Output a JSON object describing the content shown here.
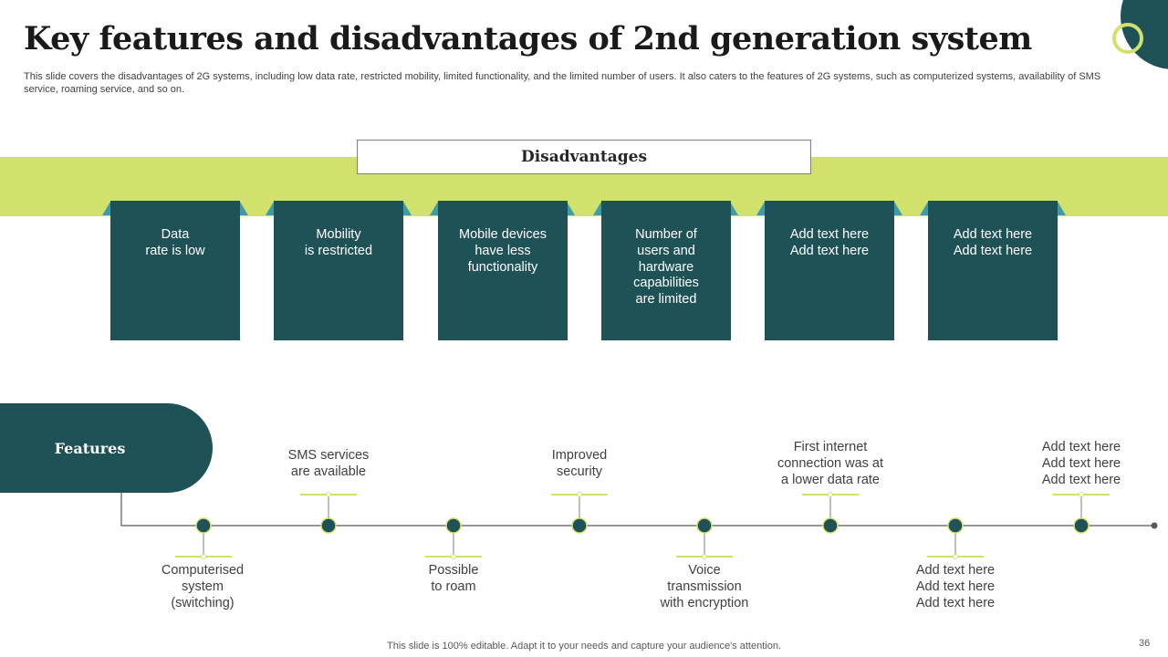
{
  "title": "Key features and disadvantages of 2nd generation system",
  "subtitle": "This slide covers the disadvantages of 2G systems, including low data rate, restricted mobility, limited functionality, and the limited number of users. It also caters to the features of 2G systems, such as computerized systems, availability of SMS service, roaming service, and so on.",
  "disadvantages": {
    "header": "Disadvantages",
    "items": [
      "Data\nrate is low",
      "Mobility\nis restricted",
      "Mobile devices\nhave less\nfunctionality",
      "Number of\nusers and\nhardware\ncapabilities\nare limited",
      "Add text here\nAdd text here",
      "Add text here\nAdd text here"
    ]
  },
  "features": {
    "label": "Features",
    "items": [
      "Computerised\nsystem\n(switching)",
      "SMS services\nare available",
      "Possible\nto roam",
      "Improved\nsecurity",
      "Voice\ntransmission\nwith encryption",
      "First internet\nconnection was at\na lower data rate",
      "Add text here\nAdd text here\nAdd text here",
      "Add text here\nAdd text here\nAdd text here"
    ]
  },
  "colors": {
    "dark_teal": "#1f5257",
    "lime": "#d2e06c",
    "accent_teal": "#3e9ca4"
  },
  "footer": "This slide is 100% editable. Adapt it to your needs and capture your audience's attention.",
  "page_number": "36"
}
